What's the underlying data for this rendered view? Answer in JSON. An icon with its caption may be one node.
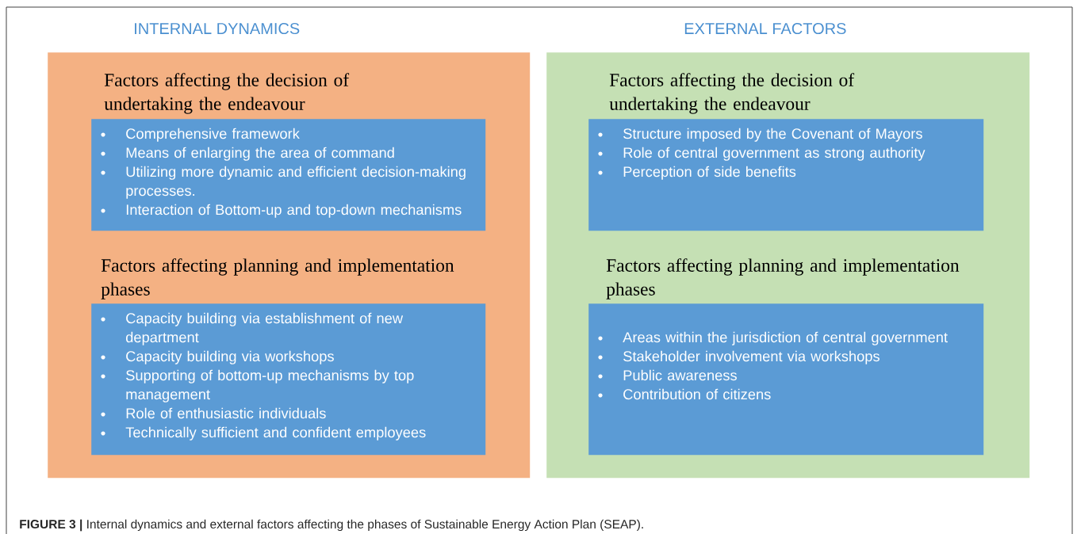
{
  "diagram": {
    "caption": "**FIGURE 3 |** Internal dynamics and external factors affecting the phases of Sustainable Energy Action Plan (SEAP).",
    "nodes": [
      {
        "text": [
          "INTERNAL DYNAMICS"
        ]
      },
      {
        "text": [
          "Factors affecting the decision of undertaking the endeavour",
          "Comprehensive framework",
          "Means of enlarging the area of command",
          "Utilizing more dynamic and efficient decision-making processes.",
          "Interaction of Bottom-up and top-down mechanisms"
        ],
        "in": 0
      },
      {
        "text": [
          "Factors affecting planning and implementation phases",
          "Capacity building via establishment of new department",
          "Capacity building via workshops",
          "Supporting of bottom-up mechanisms by top management",
          "Role of enthusiastic individuals",
          "Technically sufficient and confident employees"
        ],
        "in": 0
      },
      {
        "text": [
          "EXTERNAL FACTORS"
        ]
      },
      {
        "text": [
          "Factors affecting the decision of undertaking the endeavour",
          "Structure imposed by the Covenant of Mayors",
          "Role of central government as strong authority",
          "Perception of side benefits"
        ],
        "in": 3
      },
      {
        "text": [
          "Factors affecting planning and implementation phases",
          "Areas within the jurisdiction of central government",
          "Stakeholder involvement via workshops",
          "Public awareness",
          "Contribution of citizens"
        ],
        "in": 3
      }
    ]
  }
}
